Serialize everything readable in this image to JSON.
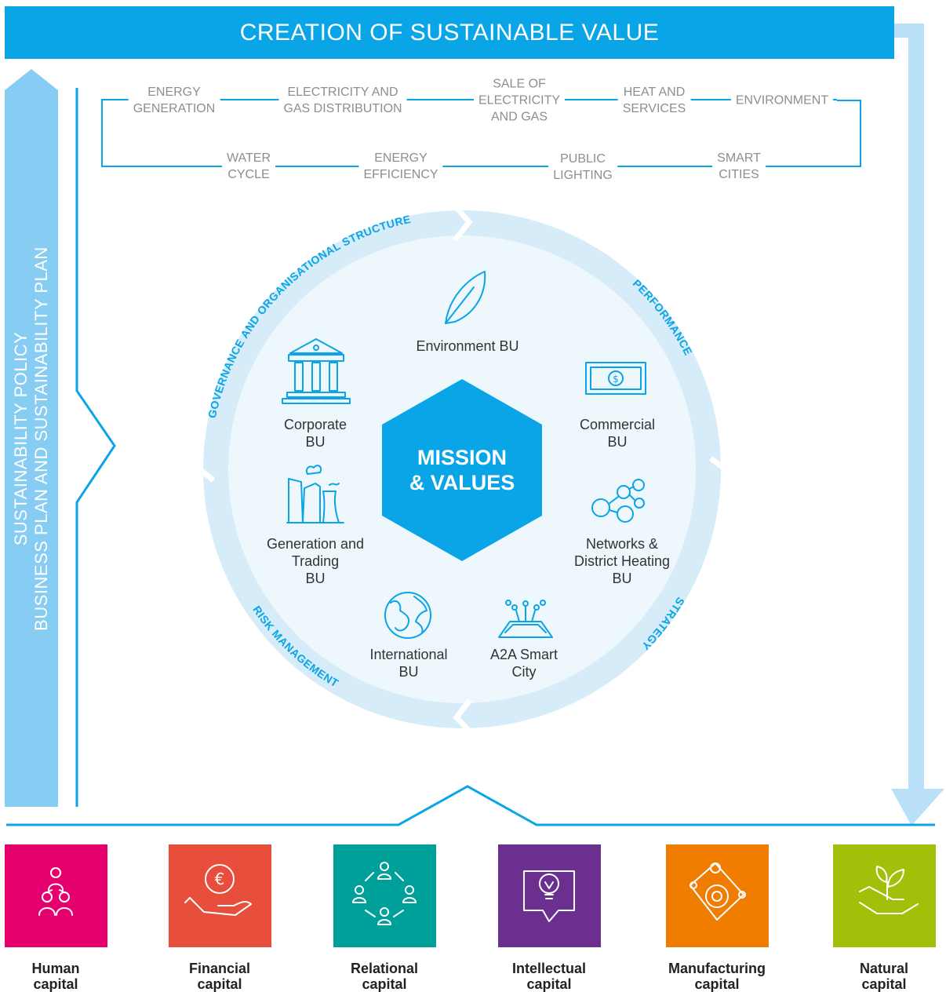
{
  "banner": {
    "title": "CREATION OF SUSTAINABLE VALUE"
  },
  "side": {
    "line1": "SUSTAINABILITY POLICY",
    "line2": "BUSINESS PLAN AND SUSTAINABILITY PLAN"
  },
  "activities_top": [
    "ENERGY\nGENERATION",
    "ELECTRICITY AND\nGAS DISTRIBUTION",
    "SALE OF\nELECTRICITY\nAND GAS",
    "HEAT AND\nSERVICES",
    "ENVIRONMENT"
  ],
  "activities_bottom": [
    "WATER\nCYCLE",
    "ENERGY\nEFFICIENCY",
    "PUBLIC\nLIGHTING",
    "SMART\nCITIES"
  ],
  "ring": {
    "governance": "GOVERNANCE AND ORGANISATIONAL STRUCTURE",
    "performance": "PERFORMANCE",
    "strategy": "STRATEGY",
    "risk": "RISK MANAGEMENT"
  },
  "center": {
    "title": "MISSION\n& VALUES"
  },
  "business_units": {
    "environment": "Environment BU",
    "corporate": "Corporate\nBU",
    "commercial": "Commercial\nBU",
    "generation": "Generation and\nTrading\nBU",
    "networks": "Networks &\nDistrict Heating\nBU",
    "international": "International\nBU",
    "smartcity": "A2A Smart\nCity"
  },
  "capitals": [
    {
      "name": "Human\ncapital",
      "color": "#e6006e",
      "icon": "people-network-icon"
    },
    {
      "name": "Financial\ncapital",
      "color": "#e84e3c",
      "icon": "euro-hand-icon"
    },
    {
      "name": "Relational\ncapital",
      "color": "#00a09a",
      "icon": "relations-icon"
    },
    {
      "name": "Intellectual\ncapital",
      "color": "#6a2f8f",
      "icon": "bulb-speech-icon"
    },
    {
      "name": "Manufacturing\ncapital",
      "color": "#f07d00",
      "icon": "gear-machine-icon"
    },
    {
      "name": "Natural\ncapital",
      "color": "#a2c00a",
      "icon": "plant-hand-icon"
    }
  ],
  "colors": {
    "primary": "#0aa5e6",
    "light": "#87ccf3",
    "ring": "#d6ecf8",
    "inner": "#eef7fc",
    "gray_text": "#8a8f94"
  }
}
